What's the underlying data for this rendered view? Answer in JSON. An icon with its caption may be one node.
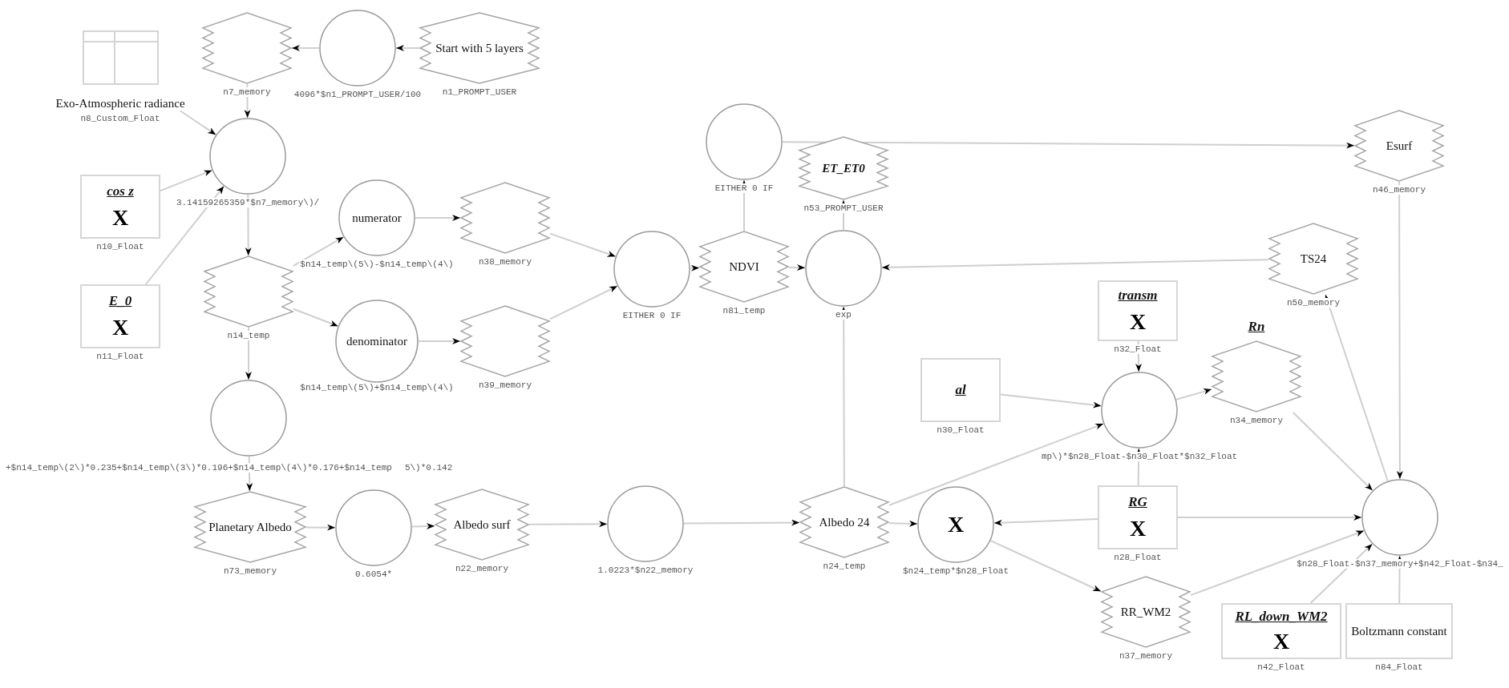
{
  "diagram": {
    "nodes": [
      {
        "text": [],
        "shape": "hexagon",
        "beside": [
          "n7_memory"
        ]
      },
      {
        "text": [],
        "shape": "circle",
        "beside": [
          "4096*$n1_PROMPT_USER/100"
        ]
      },
      {
        "text": [
          "Start with 5 layers"
        ],
        "beside": [
          "n1_PROMPT_USER"
        ]
      },
      {
        "text": [
          "Exo-Atmospheric radiance"
        ],
        "beside": [
          "n8_Custom_Float"
        ]
      },
      {
        "text": [],
        "shape": "circle",
        "beside": [
          "3.14159265359*$n7_memory\\)/"
        ]
      },
      {
        "text": [
          "cos z",
          "X"
        ],
        "beside": [
          "n10_Float"
        ]
      },
      {
        "text": [
          "E_0",
          "X"
        ],
        "beside": [
          "n11_Float"
        ]
      },
      {
        "text": [
          "numerator"
        ],
        "beside": [
          "$n14_temp\\(5\\)-$n14_temp\\(4\\)"
        ]
      },
      {
        "text": [],
        "shape": "hexagon",
        "beside": [
          "n38_memory"
        ]
      },
      {
        "text": [],
        "shape": "hexagon",
        "beside": [
          "n14_temp"
        ]
      },
      {
        "text": [
          "denominator"
        ],
        "beside": [
          "$n14_temp\\(5\\)+$n14_temp\\(4\\)"
        ]
      },
      {
        "text": [],
        "shape": "hexagon",
        "beside": [
          "n39_memory"
        ]
      },
      {
        "text": [],
        "shape": "circle",
        "beside": [
          "+$n14_temp\\(2\\)*0.235+$n14_temp\\(3\\)*0.196+$n14_temp\\(4\\)*0.176+$n14_temp",
          "5\\)*0.142"
        ]
      },
      {
        "text": [
          "Planetary Albedo"
        ],
        "beside": [
          "n73_memory"
        ]
      },
      {
        "text": [],
        "shape": "circle",
        "beside": [
          "0.6054*"
        ]
      },
      {
        "text": [
          "Albedo surf"
        ],
        "beside": [
          "n22_memory"
        ]
      },
      {
        "text": [],
        "shape": "circle",
        "beside": [
          "1.0223*$n22_memory"
        ]
      },
      {
        "text": [],
        "shape": "circle",
        "beside": [
          "EITHER 0 IF"
        ]
      },
      {
        "text": [
          "NDVI"
        ],
        "beside": [
          "n81_temp"
        ]
      },
      {
        "text": [],
        "shape": "circle",
        "beside": [
          "EITHER 0 IF"
        ]
      },
      {
        "text": [
          "ET_ET0"
        ],
        "beside": [
          "n53_PROMPT_USER"
        ]
      },
      {
        "text": [],
        "shape": "circle",
        "beside": [
          "exp"
        ]
      },
      {
        "text": [
          "Albedo 24"
        ],
        "beside": [
          "n24_temp"
        ]
      },
      {
        "text": [
          "X"
        ],
        "beside": [
          "$n24_temp*$n28_Float"
        ]
      },
      {
        "text": [
          "al"
        ],
        "beside": [
          "n30_Float"
        ]
      },
      {
        "text": [
          "transm",
          "X"
        ],
        "beside": [
          "n32_Float"
        ]
      },
      {
        "text": [],
        "shape": "circle",
        "beside": [
          "mp\\)*$n28_Float-$n30_Float*$n32_Float"
        ]
      },
      {
        "text": [
          "Rn"
        ],
        "beside": [
          "n34_memory"
        ]
      },
      {
        "text": [
          "TS24"
        ],
        "beside": [
          "n50_memory"
        ]
      },
      {
        "text": [
          "Esurf"
        ],
        "beside": [
          "n46_memory"
        ]
      },
      {
        "text": [
          "RG",
          "X"
        ],
        "beside": [
          "n28_Float"
        ]
      },
      {
        "text": [
          "RR_WM2"
        ],
        "beside": [
          "n37_memory"
        ]
      },
      {
        "text": [
          "RL_down_WM2",
          "X"
        ],
        "beside": [
          "n42_Float"
        ]
      },
      {
        "text": [],
        "shape": "circle",
        "beside": [
          "$n28_Float-$n37_memory+$n42_Float-$n34_"
        ]
      },
      {
        "text": [
          "Boltzmann constant"
        ],
        "beside": [
          "n84_Float"
        ]
      }
    ],
    "edges": [
      {
        "from": 1,
        "to": 0,
        "arrow": "to"
      },
      {
        "from": 2,
        "to": 1,
        "arrow": "to"
      },
      {
        "from": 0,
        "to": 4,
        "arrow": "to"
      },
      {
        "from": 3,
        "to": 4,
        "arrow": "to"
      },
      {
        "from": 5,
        "to": 4,
        "arrow": "to"
      },
      {
        "from": 6,
        "to": 4,
        "arrow": "to"
      },
      {
        "from": 4,
        "to": 9,
        "arrow": "to"
      },
      {
        "from": 9,
        "to": 7,
        "arrow": "to"
      },
      {
        "from": 9,
        "to": 10,
        "arrow": "to"
      },
      {
        "from": 7,
        "to": 8,
        "arrow": "to"
      },
      {
        "from": 10,
        "to": 11,
        "arrow": "to"
      },
      {
        "from": 8,
        "to": 17,
        "arrow": "to"
      },
      {
        "from": 11,
        "to": 17,
        "arrow": "to"
      },
      {
        "from": 9,
        "to": 12,
        "arrow": "to"
      },
      {
        "from": 12,
        "to": 13,
        "arrow": "to"
      },
      {
        "from": 13,
        "to": 14,
        "arrow": "to"
      },
      {
        "from": 14,
        "to": 15,
        "arrow": "to"
      },
      {
        "from": 15,
        "to": 16,
        "arrow": "to"
      },
      {
        "from": 16,
        "to": 22,
        "arrow": "to"
      },
      {
        "from": 17,
        "to": 18,
        "arrow": "to"
      },
      {
        "from": 18,
        "to": 19,
        "arrow": "to"
      },
      {
        "from": 18,
        "to": 21,
        "arrow": "to"
      },
      {
        "from": 21,
        "to": 20,
        "arrow": "to"
      },
      {
        "from": 22,
        "to": 21,
        "arrow": "to"
      },
      {
        "from": 22,
        "to": 23,
        "arrow": "to"
      },
      {
        "from": 22,
        "to": 26,
        "arrow": "to"
      },
      {
        "from": 24,
        "to": 26,
        "arrow": "to"
      },
      {
        "from": 25,
        "to": 26,
        "arrow": "to"
      },
      {
        "from": 30,
        "to": 26,
        "arrow": "to"
      },
      {
        "from": 30,
        "to": 23,
        "arrow": "to"
      },
      {
        "from": 23,
        "to": 31,
        "arrow": "to"
      },
      {
        "from": 26,
        "to": 27,
        "arrow": "to"
      },
      {
        "from": 27,
        "to": 33,
        "arrow": "to"
      },
      {
        "from": 19,
        "to": 29,
        "arrow": "to"
      },
      {
        "from": 28,
        "to": 21,
        "arrow": "to"
      },
      {
        "from": 33,
        "to": 28,
        "arrow": "to"
      },
      {
        "from": 29,
        "to": 33,
        "arrow": "to"
      },
      {
        "from": 30,
        "to": 33,
        "arrow": "to"
      },
      {
        "from": 31,
        "to": 33,
        "arrow": "to"
      },
      {
        "from": 32,
        "to": 33,
        "arrow": "to"
      },
      {
        "from": 34,
        "to": 33,
        "arrow": "to"
      }
    ]
  }
}
